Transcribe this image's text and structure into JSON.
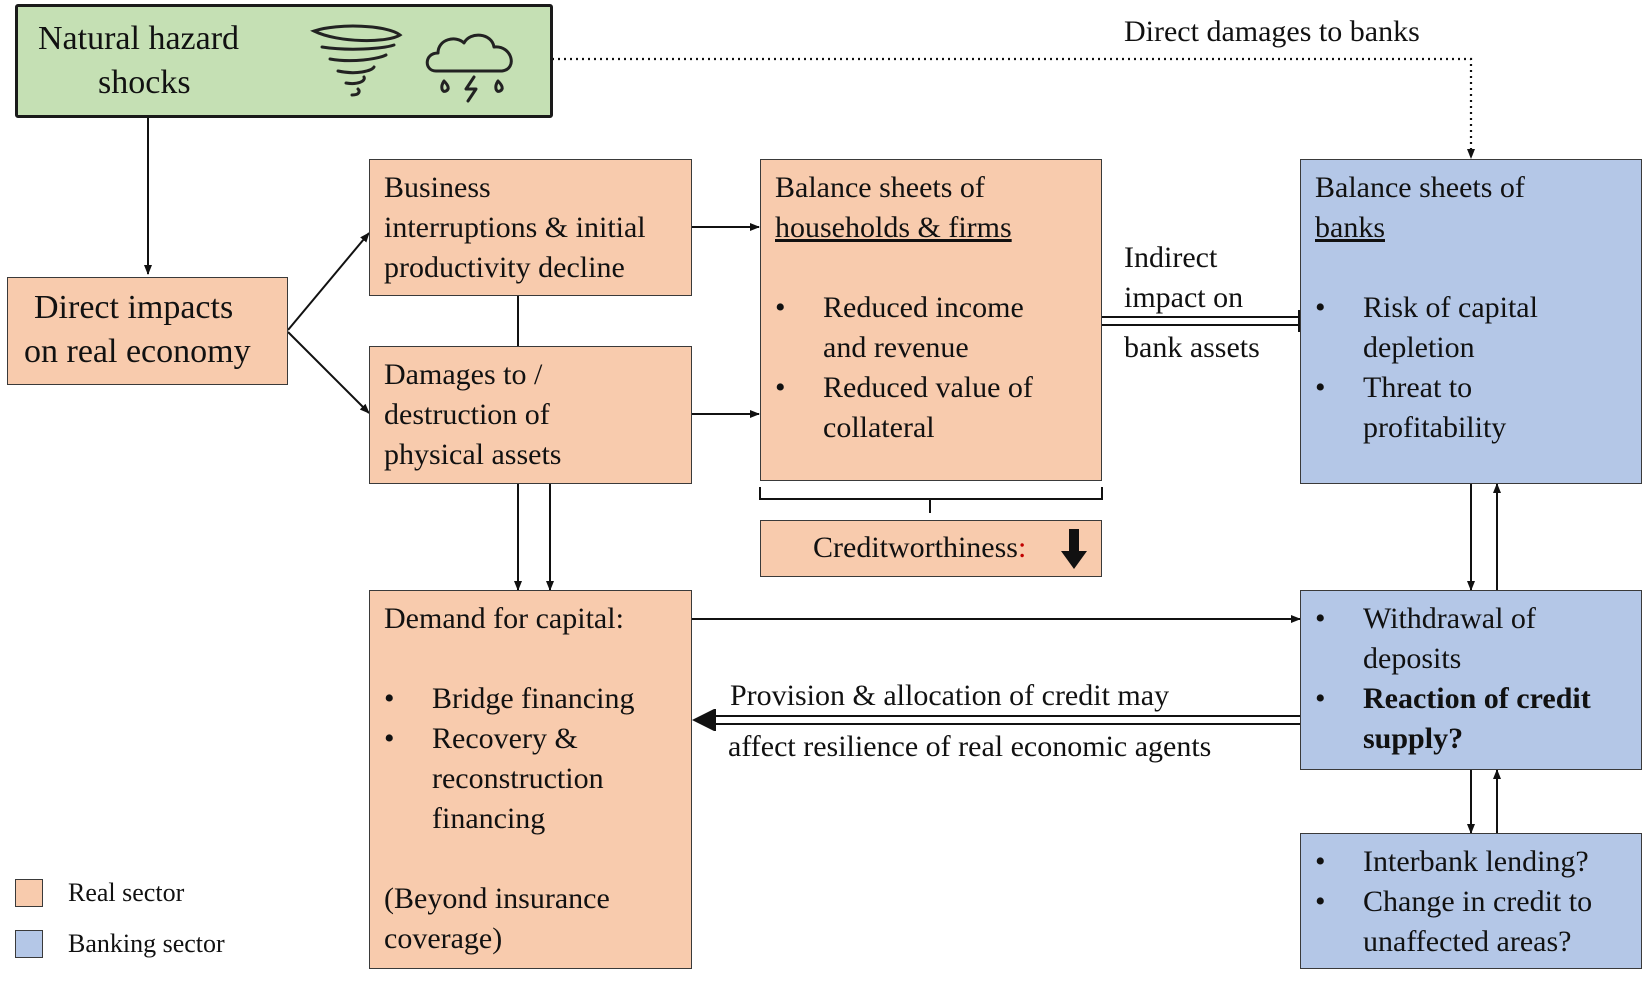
{
  "hazard": {
    "line1": "Natural hazard",
    "line2": "shocks",
    "icons": [
      "tornado-icon",
      "storm-cloud-icon"
    ]
  },
  "direct_damages_label": "Direct damages to banks",
  "direct_impacts": {
    "line1": "Direct impacts",
    "line2": "on real economy"
  },
  "business": {
    "line1": "Business",
    "line2": "interruptions & initial",
    "line3": "productivity decline"
  },
  "damages": {
    "line1": "Damages to /",
    "line2": "destruction of",
    "line3": "physical assets"
  },
  "hh_firms": {
    "line1": "Balance sheets of",
    "line2": "households & firms",
    "bullets": [
      "Reduced income",
      "and revenue",
      "Reduced value of",
      "collateral"
    ]
  },
  "indirect": {
    "line1": "Indirect",
    "line2": "impact on",
    "line3": "bank assets"
  },
  "banks": {
    "line1": "Balance sheets of",
    "line2": "banks",
    "bullets": [
      "Risk of capital",
      "depletion",
      "Threat to",
      "profitability"
    ]
  },
  "credit": {
    "label": "Creditworthiness:",
    "icon": "down-arrow-icon"
  },
  "demand": {
    "title": "Demand for capital:",
    "bullets": [
      "Bridge financing",
      "Recovery &",
      "reconstruction",
      "financing"
    ],
    "note1": "(Beyond insurance",
    "note2": "coverage)"
  },
  "provision": {
    "line1": "Provision & allocation of credit may",
    "line2": "affect resilience of real economic agents"
  },
  "withdrawal": {
    "b1a": "Withdrawal of",
    "b1b": "deposits",
    "b2a": "Reaction of credit",
    "b2b": "supply?"
  },
  "interbank": {
    "b1": "Interbank lending?",
    "b2a": "Change in credit to",
    "b2b": "unaffected areas?"
  },
  "legend": {
    "real": "Real sector",
    "bank": "Banking sector"
  },
  "colors": {
    "real": "#f8cbad",
    "bank": "#b4c7e7",
    "hazard": "#c5e0b4",
    "credit_colon": "#c00000"
  }
}
